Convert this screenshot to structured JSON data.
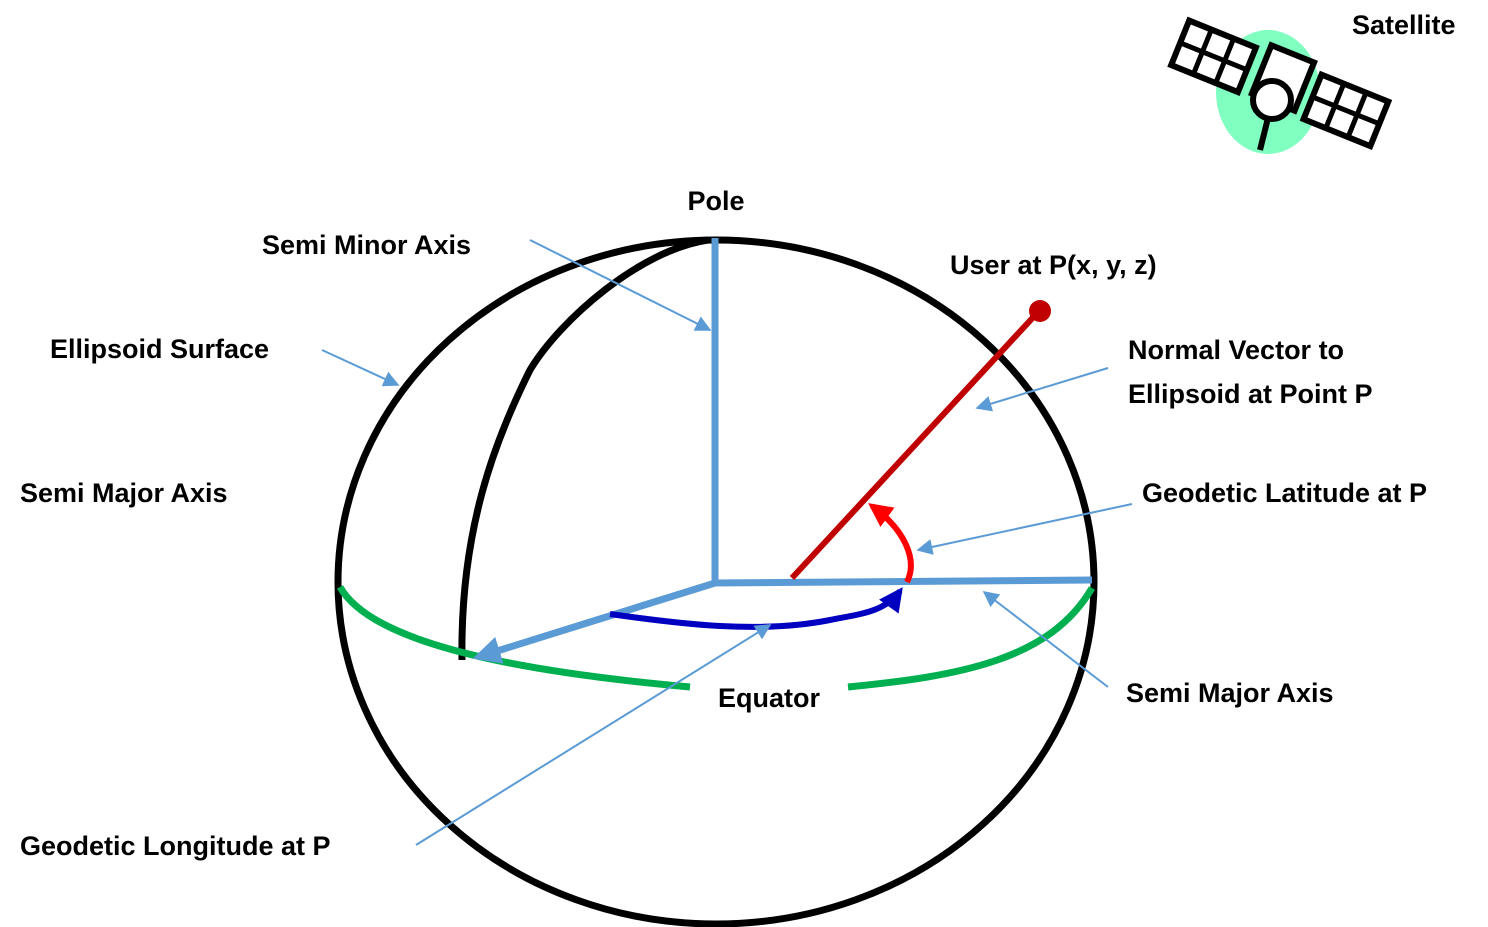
{
  "labels": {
    "satellite": "Satellite",
    "pole": "Pole",
    "semi_minor_axis": "Semi Minor Axis",
    "user_at_p": "User at P(x, y, z)",
    "ellipsoid_surface": "Ellipsoid Surface",
    "normal_vector_line1": "Normal Vector to",
    "normal_vector_line2": "Ellipsoid at Point P",
    "semi_major_axis_left": "Semi Major Axis",
    "geodetic_latitude": "Geodetic Latitude at P",
    "equator": "Equator",
    "semi_major_axis_right": "Semi Major Axis",
    "geodetic_longitude": "Geodetic Longitude at P"
  },
  "icons": {
    "satellite": "satellite-icon"
  },
  "colors": {
    "ellipsoid": "#000000",
    "axes": "#5b9bd5",
    "equator": "#00b050",
    "normal_vector": "#c00000",
    "user_point": "#c00000",
    "latitude_arc": "#ff0000",
    "longitude_arc": "#0000c0",
    "satellite_glow": "#7fffc0",
    "leader_lines": "#5b9bd5"
  }
}
